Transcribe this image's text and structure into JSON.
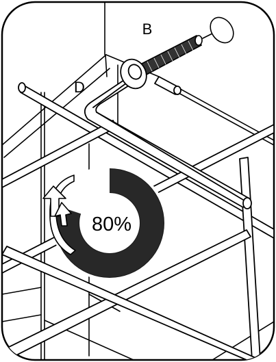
{
  "labels": {
    "bolt": "B",
    "hex_key": "D"
  },
  "indicator": {
    "percent_text": "80%",
    "value": 0.8
  },
  "colors": {
    "line": "#000000",
    "ring": "#1a1a1a",
    "background": "#ffffff"
  },
  "icons": [
    "rotate-arrow-icon",
    "threaded-bolt-icon",
    "washer-icon",
    "allen-key-icon",
    "pointer-circle-icon"
  ]
}
